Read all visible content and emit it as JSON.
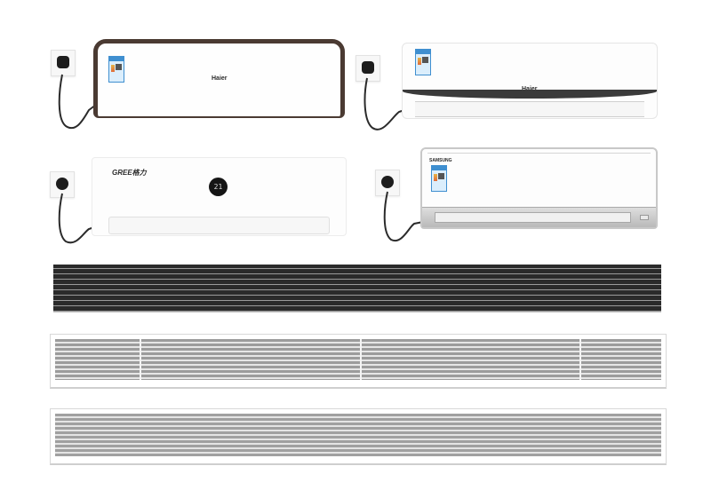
{
  "units": [
    {
      "id": "haier-dark-frame",
      "brand": "Haier",
      "plug_icon": "power-plug-icon"
    },
    {
      "id": "haier-swoosh",
      "brand": "Haier",
      "plug_icon": "power-plug-icon"
    },
    {
      "id": "gree",
      "brand": "GREE",
      "brand_suffix": "格力",
      "display_value": "21",
      "plug_icon": "power-plug-icon"
    },
    {
      "id": "samsung",
      "brand": "SAMSUNG",
      "plug_icon": "power-plug-icon"
    }
  ],
  "grilles": [
    {
      "id": "black-linear-grille",
      "color": "#2a2a2a"
    },
    {
      "id": "silver-sectioned-grille",
      "sections": 4,
      "color": "#9c9c9c"
    },
    {
      "id": "silver-continuous-grille",
      "color": "#a0a0a0"
    }
  ],
  "colors": {
    "haier_frame": "#4a3a32",
    "label_blue": "#3f8fd0",
    "display_bg": "#151515"
  }
}
